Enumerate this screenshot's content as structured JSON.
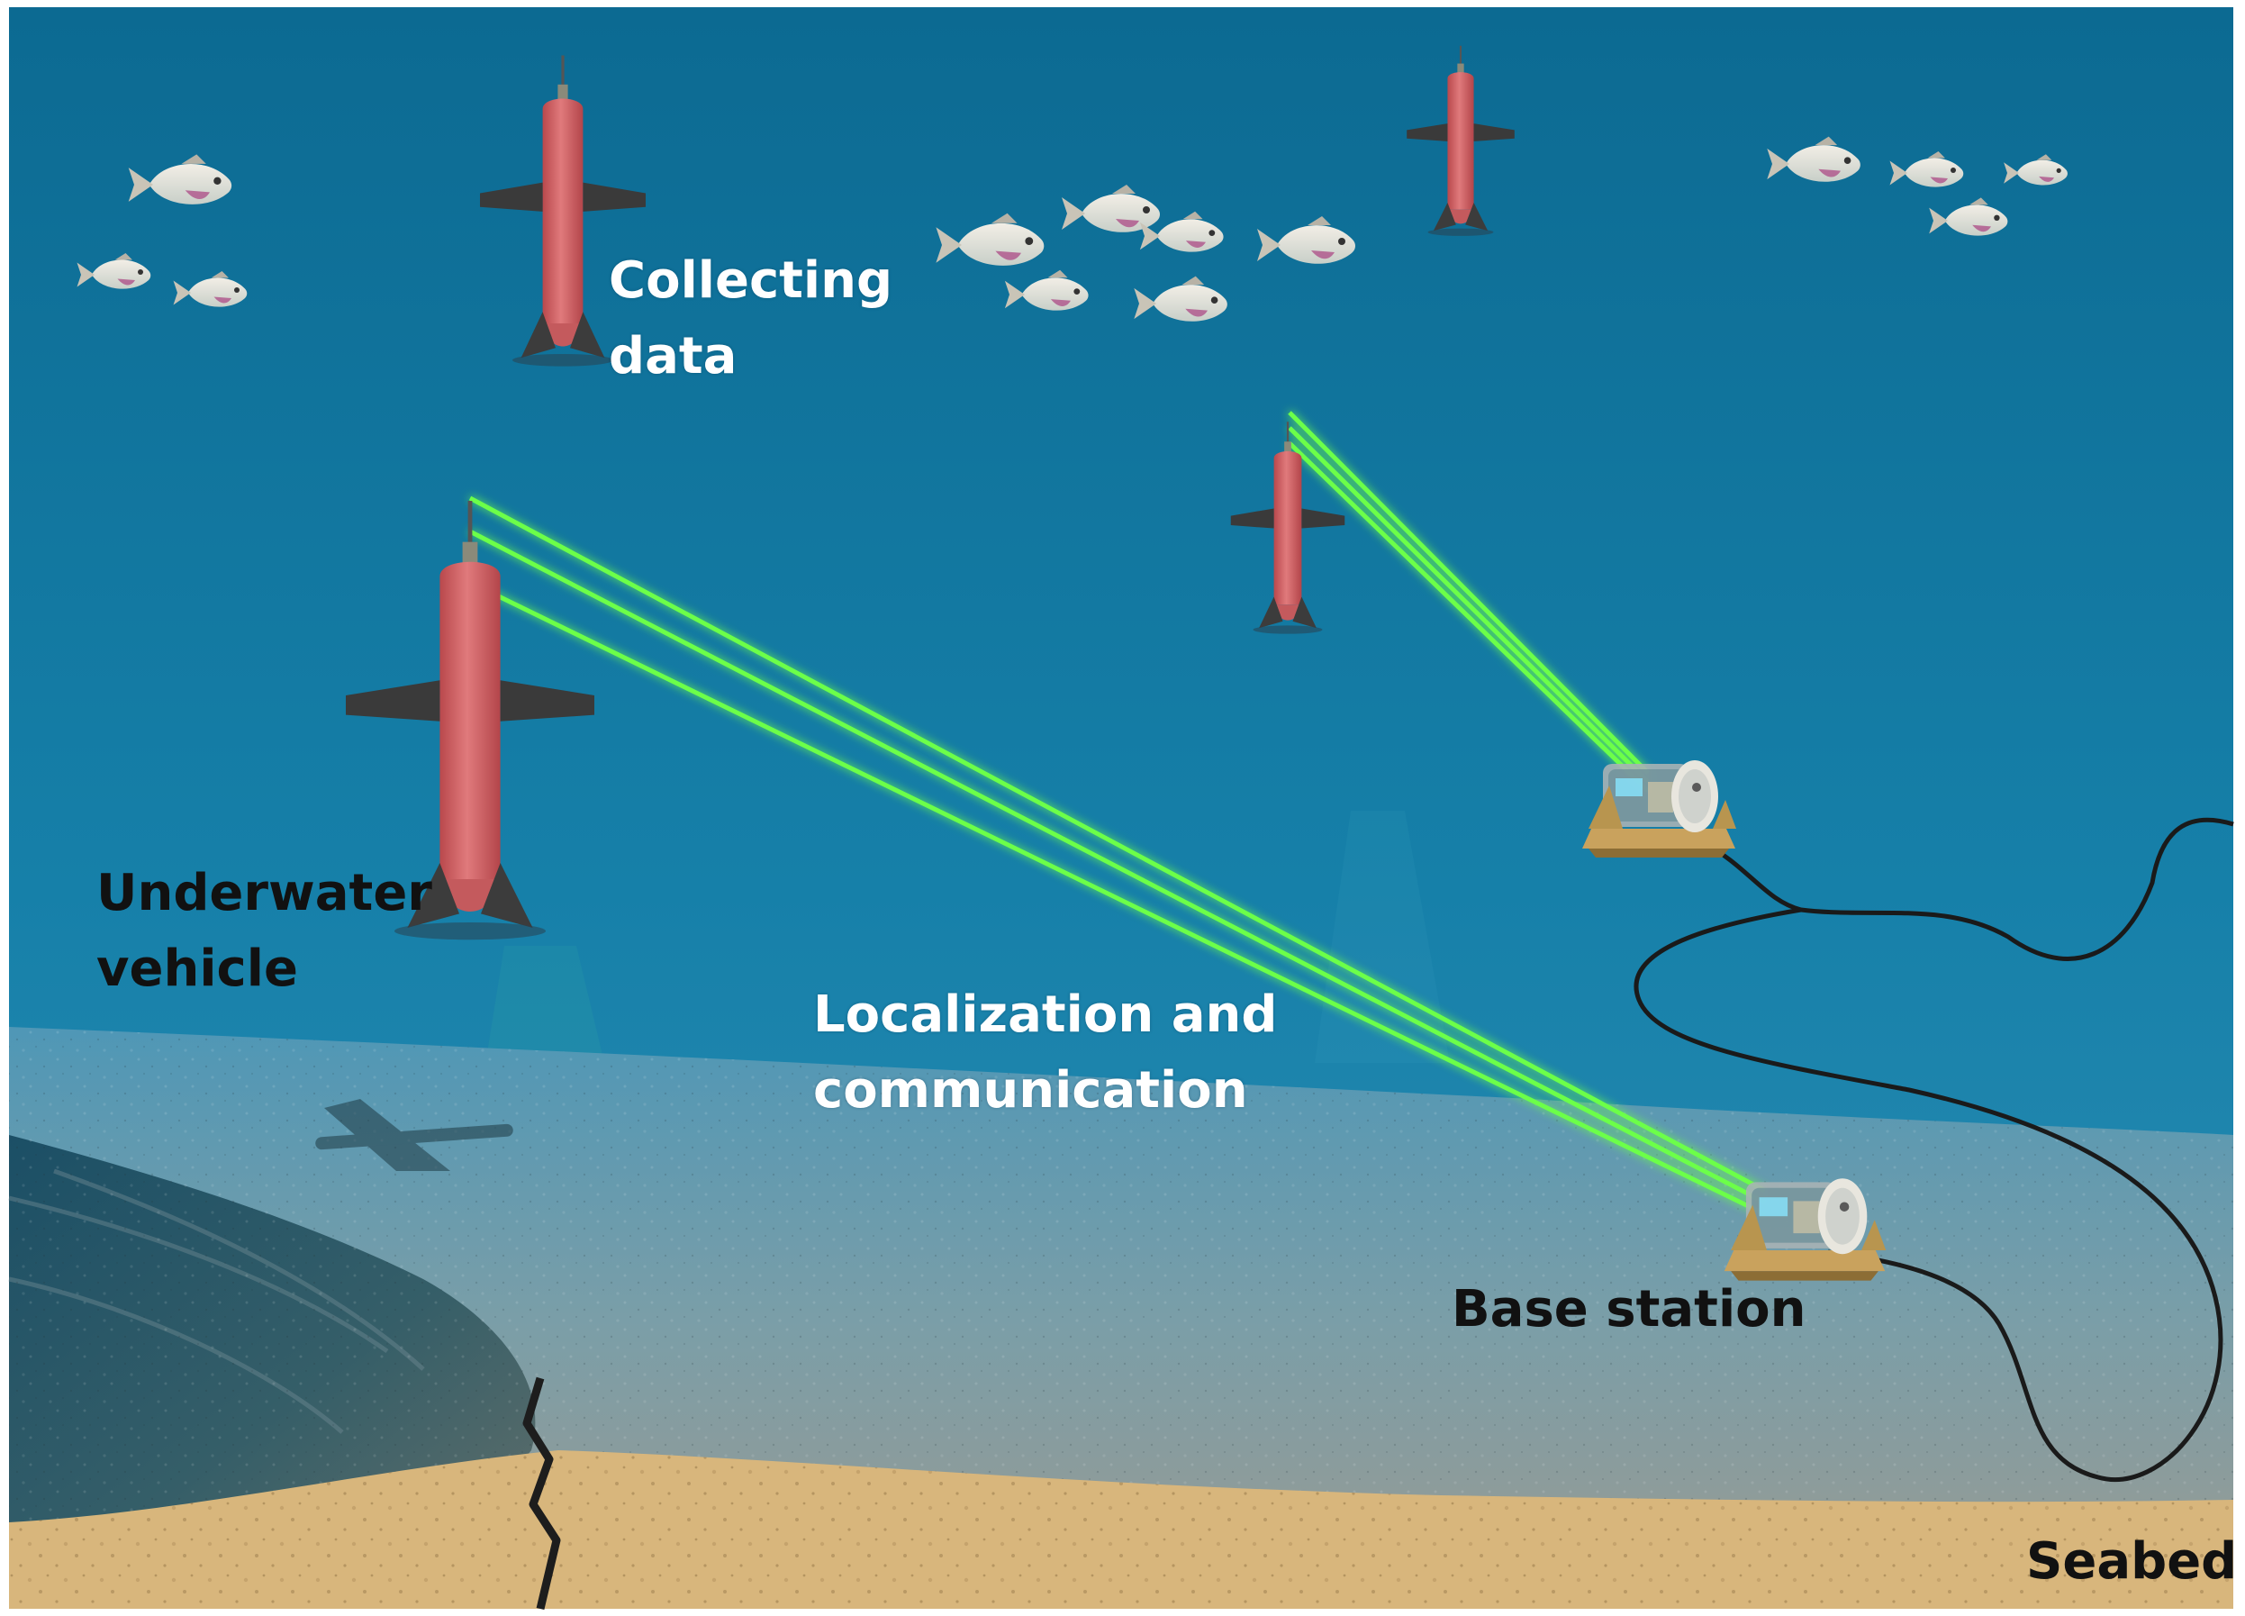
{
  "labels": {
    "collecting": [
      "Collecting",
      "data"
    ],
    "vehicle": [
      "Underwater",
      "vehicle"
    ],
    "comm": [
      "Localization and",
      "communication"
    ],
    "station": "Base station",
    "seabed": "Seabed"
  },
  "colors": {
    "water_top": "#0f6e95",
    "water_bottom": "#2a86ad",
    "sand": "#d9b77d",
    "vehicle_body": "#d9676a",
    "fin": "#3a3a3a",
    "laser": "#6cff4a",
    "cable": "#1a1a1a"
  },
  "icons": [
    "fish-icon",
    "underwater-vehicle-icon",
    "base-station-icon",
    "laser-beam-icon"
  ]
}
